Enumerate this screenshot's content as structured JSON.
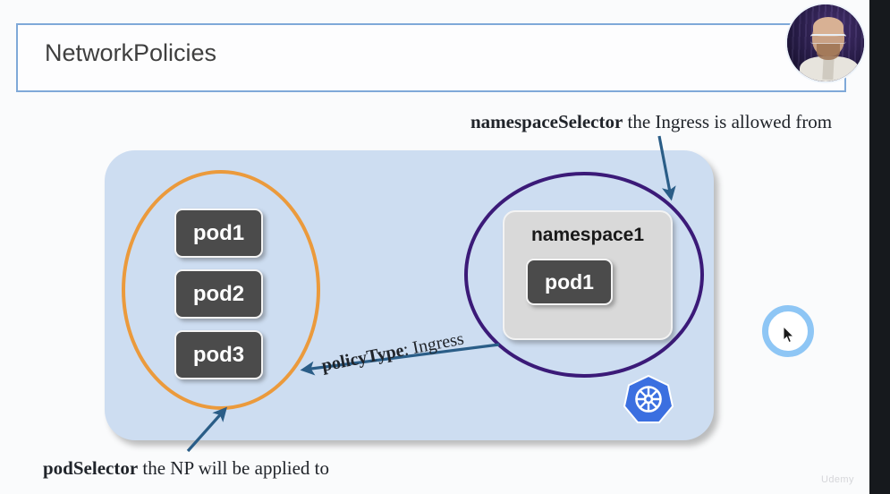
{
  "slide": {
    "title": "NetworkPolicies",
    "accent_border": "#7fa9d8",
    "canvas_bg": "#fafbfc"
  },
  "diagram": {
    "cluster": {
      "fill": "#cdddf1"
    },
    "pod_group": {
      "ellipse_color": "#eb9a3c",
      "pods": [
        {
          "label": "pod1"
        },
        {
          "label": "pod2"
        },
        {
          "label": "pod3"
        }
      ]
    },
    "namespace_group": {
      "circle_color": "#3b1a78",
      "namespace_label": "namespace1",
      "pods": [
        {
          "label": "pod1"
        }
      ]
    },
    "logo": {
      "name": "kubernetes-logo",
      "color": "#3b6fe0"
    }
  },
  "annotations": {
    "namespace_selector": {
      "term": "namespaceSelector",
      "description": " the Ingress is allowed from"
    },
    "pod_selector": {
      "term": "podSelector",
      "description": " the NP will be applied to"
    },
    "policy_type": {
      "term": "policyType",
      "description": ": Ingress"
    },
    "arrow_color": "#2a5d87"
  },
  "overlay": {
    "watermark": "Udemy",
    "cursor": "mouse-pointer"
  }
}
